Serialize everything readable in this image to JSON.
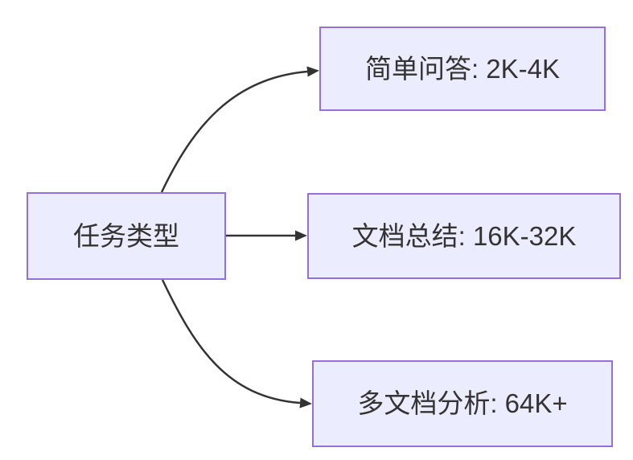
{
  "diagram": {
    "type": "flowchart-lr",
    "root": {
      "id": "task-type",
      "label": "任务类型"
    },
    "children": [
      {
        "id": "simple-qa",
        "label": "简单问答: 2K-4K"
      },
      {
        "id": "doc-summary",
        "label": "文档总结: 16K-32K"
      },
      {
        "id": "multidoc-analysis",
        "label": "多文档分析: 64K+"
      }
    ],
    "edges": [
      {
        "from": "任务类型",
        "to": "简单问答: 2K-4K"
      },
      {
        "from": "任务类型",
        "to": "文档总结: 16K-32K"
      },
      {
        "from": "任务类型",
        "to": "多文档分析: 64K+"
      }
    ]
  },
  "colors": {
    "node-fill": "#ECECFF",
    "node-border": "#9370DB",
    "edge": "#333333",
    "text": "#333333",
    "background": "#FFFFFF"
  }
}
